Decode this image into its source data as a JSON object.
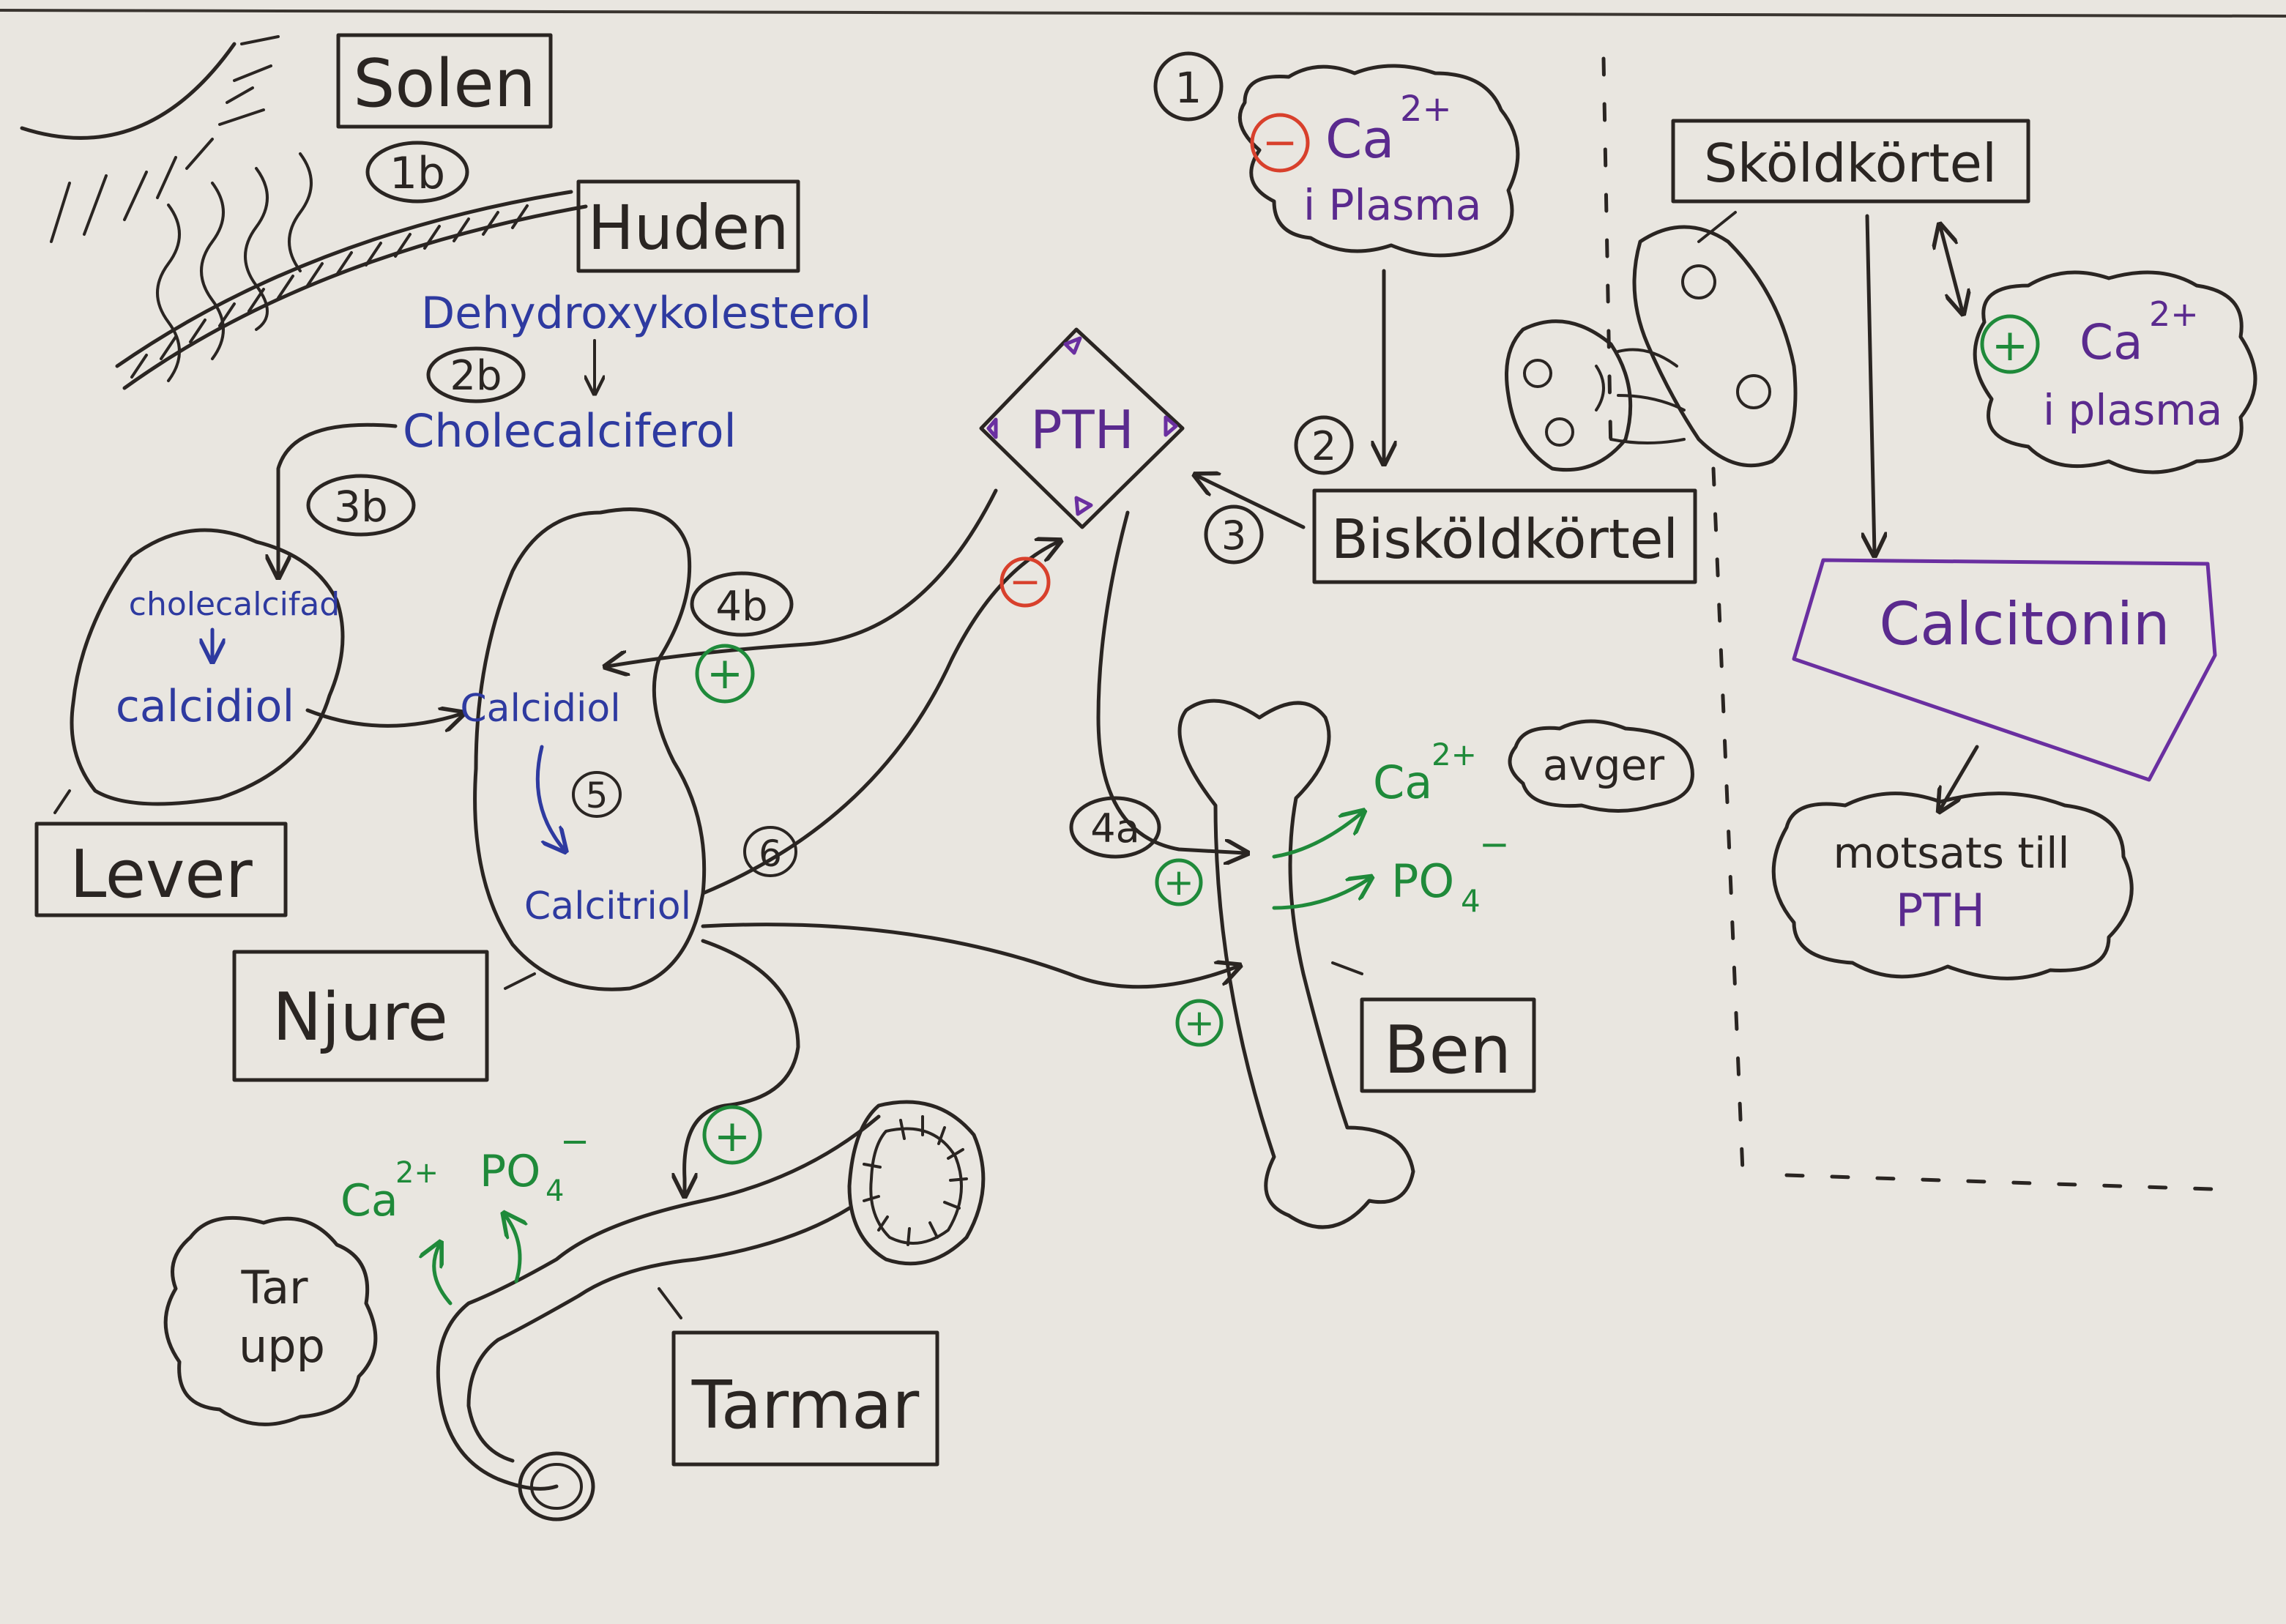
{
  "labels": {
    "solen": "Solen",
    "huden": "Huden",
    "lever": "Lever",
    "njure": "Njure",
    "ben": "Ben",
    "tarmar": "Tarmar",
    "biskoldkortel": "Bisköldkörtel",
    "skoldkortel": "Sköldkörtel",
    "calcitonin": "Calcitonin"
  },
  "molecules": {
    "dehydroxykolesterol": "Dehydroxykolesterol",
    "cholecalciferol": "Cholecalciferol",
    "cholecalcifad": "cholecalcifad",
    "calcidiol_liver": "calcidiol",
    "calcidiol_kidney": "Calcidiol",
    "calcitriol": "Calcitriol",
    "pth": "PTH"
  },
  "steps": {
    "s1": "1",
    "s1b": "1b",
    "s2": "2",
    "s2b": "2b",
    "s3": "3",
    "s3b": "3b",
    "s4a": "4a",
    "s4b": "4b",
    "s5": "5",
    "s6": "6"
  },
  "clouds": {
    "ca_low_ion": "Ca",
    "ca_low_charge": "2+",
    "ca_low_place": "i Plasma",
    "ca_high_ion": "Ca",
    "ca_high_charge": "2+",
    "ca_high_place": "i plasma",
    "avger": "avger",
    "tar_upp_1": "Tar",
    "tar_upp_2": "upp",
    "motsats_1": "motsats till",
    "motsats_2": "PTH"
  },
  "ions": {
    "bone_ca": "Ca",
    "bone_ca_charge": "2+",
    "bone_po": "PO",
    "bone_po_sub": "4",
    "bone_po_charge": "−",
    "gut_ca": "Ca",
    "gut_ca_charge": "2+",
    "gut_po": "PO",
    "gut_po_sub": "4",
    "gut_po_charge": "−"
  },
  "signs": {
    "plus": "+",
    "minus": "−"
  },
  "colors": {
    "paper": "#e9e6e0",
    "ink": "#2a2522",
    "blue": "#2e3aa0",
    "purple": "#5a2a8e",
    "green": "#1f8a3a",
    "red": "#d8402c"
  }
}
